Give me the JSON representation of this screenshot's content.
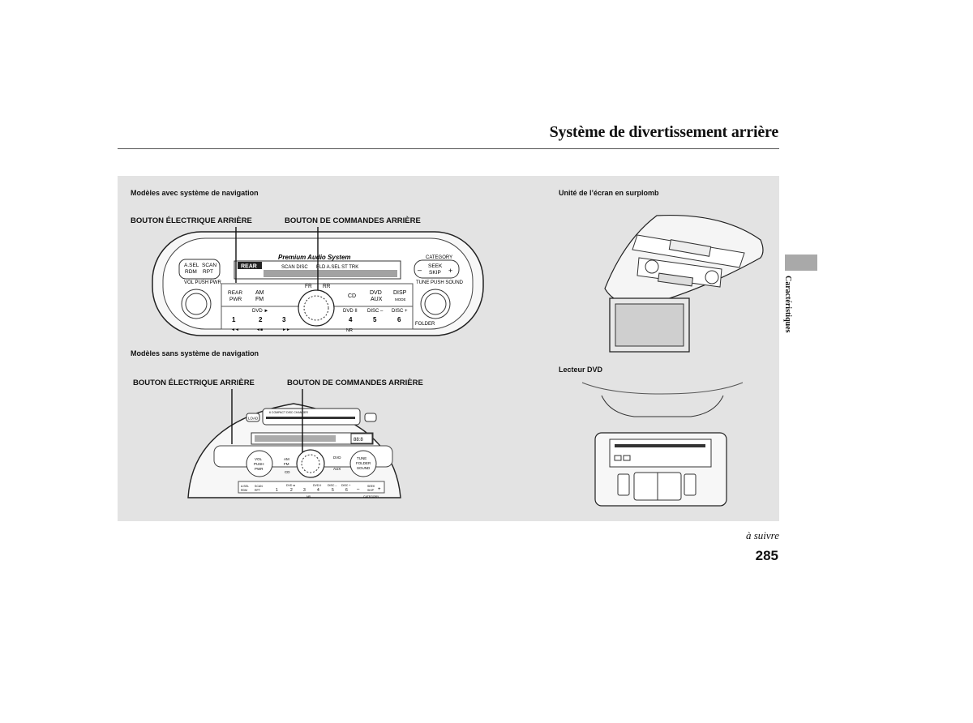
{
  "header": {
    "title": "Système de divertissement arrière"
  },
  "sections": {
    "with_nav": {
      "heading": "Modèles avec système de navigation",
      "callout_power": "BOUTON ÉLECTRIQUE ARRIÈRE",
      "callout_controls": "BOUTON DE COMMANDES ARRIÈRE"
    },
    "without_nav": {
      "heading": "Modèles sans système de navigation",
      "callout_power": "BOUTON ÉLECTRIQUE ARRIÈRE",
      "callout_controls": "BOUTON DE COMMANDES ARRIÈRE"
    },
    "overhead_screen": {
      "heading": "Unité de l’écran en surplomb"
    },
    "dvd_player": {
      "heading": "Lecteur DVD"
    }
  },
  "radio_nav": {
    "brand": "Premium Audio System",
    "asel": "A.SEL",
    "rdm": "RDM",
    "scan": "SCAN",
    "rpt": "RPT",
    "category": "CATEGORY",
    "seek": "SEEK",
    "skip": "SKIP",
    "minus": "–",
    "plus": "+",
    "vol_push_pwr": "VOL PUSH PWR",
    "tune_push_sound": "TUNE PUSH SOUND",
    "rear": "REAR",
    "scan_disc": "SCAN DISC",
    "fld": "FLD A.SEL ST TRK",
    "rear_pwr_1": "REAR",
    "rear_pwr_2": "PWR",
    "am": "AM",
    "fm": "FM",
    "cd": "CD",
    "dvd": "DVD",
    "aux": "AUX",
    "disp": "DISP",
    "mode": "MODE",
    "fr": "FR",
    "rr": "RR",
    "p1": "1",
    "p2": "2",
    "p3": "3",
    "p4": "4",
    "p5": "5",
    "p6": "6",
    "dvd_play": "DVD ►",
    "dvd_pause": "DVD II",
    "disc_minus": "DISC –",
    "disc_plus": "DISC +",
    "folder": "FOLDER",
    "nr": "NR",
    "rew": "◄◄",
    "stop": "◄■",
    "ff": "►►"
  },
  "radio_basic": {
    "load": "LOAD",
    "compact_disc_changer": "6 COMPACT DISC CHANGER",
    "am": "AM",
    "fm": "FM",
    "cd": "CD",
    "aux": "AUX",
    "dvd": "DVD",
    "vol": "VOL",
    "push": "PUSH",
    "pwr": "PWR",
    "tune": "TUNE",
    "folder": "FOLDER",
    "sound": "SOUND",
    "asel": "A.SEL",
    "rdm": "RDM",
    "scan": "SCAN",
    "rpt": "RPT",
    "p1": "1",
    "p2": "2",
    "p3": "3",
    "p4": "4",
    "p5": "5",
    "p6": "6",
    "dvd_play": "DVD ►",
    "dvd_pause": "DVD II",
    "disc_minus": "DISC –",
    "disc_plus": "DISC +",
    "seek": "SEEK",
    "skip": "SKIP",
    "minus": "–",
    "plus": "+",
    "category": "CATEGORY",
    "nr": "NR",
    "display": "88:8"
  },
  "footer": {
    "continued": "à suivre",
    "page_number": "285"
  },
  "sidebar": {
    "tab_label": "Caractéristiques"
  },
  "colors": {
    "panel": "#e3e3e3",
    "side_tab": "#a9a9a9"
  }
}
